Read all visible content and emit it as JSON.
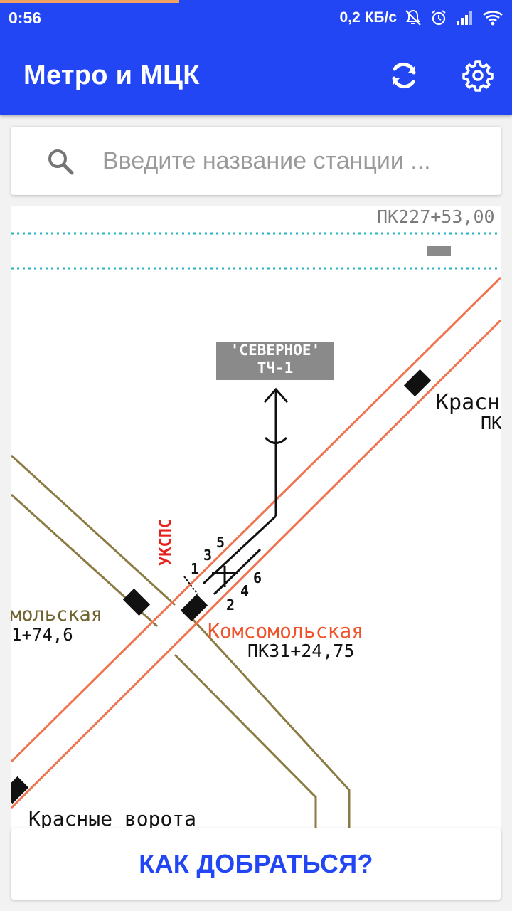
{
  "status_bar": {
    "time": "0:56",
    "network_speed": "0,2 КБ/с",
    "icons": [
      "mute-icon",
      "alarm-icon",
      "signal-icon",
      "wifi-icon"
    ]
  },
  "app_bar": {
    "title": "Метро и МЦК",
    "actions": [
      "refresh-icon",
      "settings-icon"
    ]
  },
  "search": {
    "placeholder": "Введите название станции ...",
    "value": ""
  },
  "map": {
    "top_label": "ПК227+53,00",
    "depot_line1": "'СЕВЕРНОЕ'",
    "depot_line2": "ТЧ-1",
    "station_right_name": "Красн",
    "station_right_pk": "ПК",
    "station_main_name": "Комсомольская",
    "station_main_pk": "ПК31+24,75",
    "station_left_name": "мольская",
    "station_left_pk": "1+74,6",
    "station_bottom_name": "Красные ворота",
    "ukps_label": "УКСПС",
    "switch_numbers": [
      "1",
      "3",
      "5",
      "2",
      "4",
      "6"
    ],
    "colors": {
      "red_line": "#f0734f",
      "brown_line": "#8b7b43",
      "teal_dots": "#27b3bf",
      "depot_gray": "#8a8a8a"
    }
  },
  "bottom_button": {
    "label": "КАК ДОБРАТЬСЯ?"
  },
  "colors": {
    "primary": "#2346f5"
  }
}
